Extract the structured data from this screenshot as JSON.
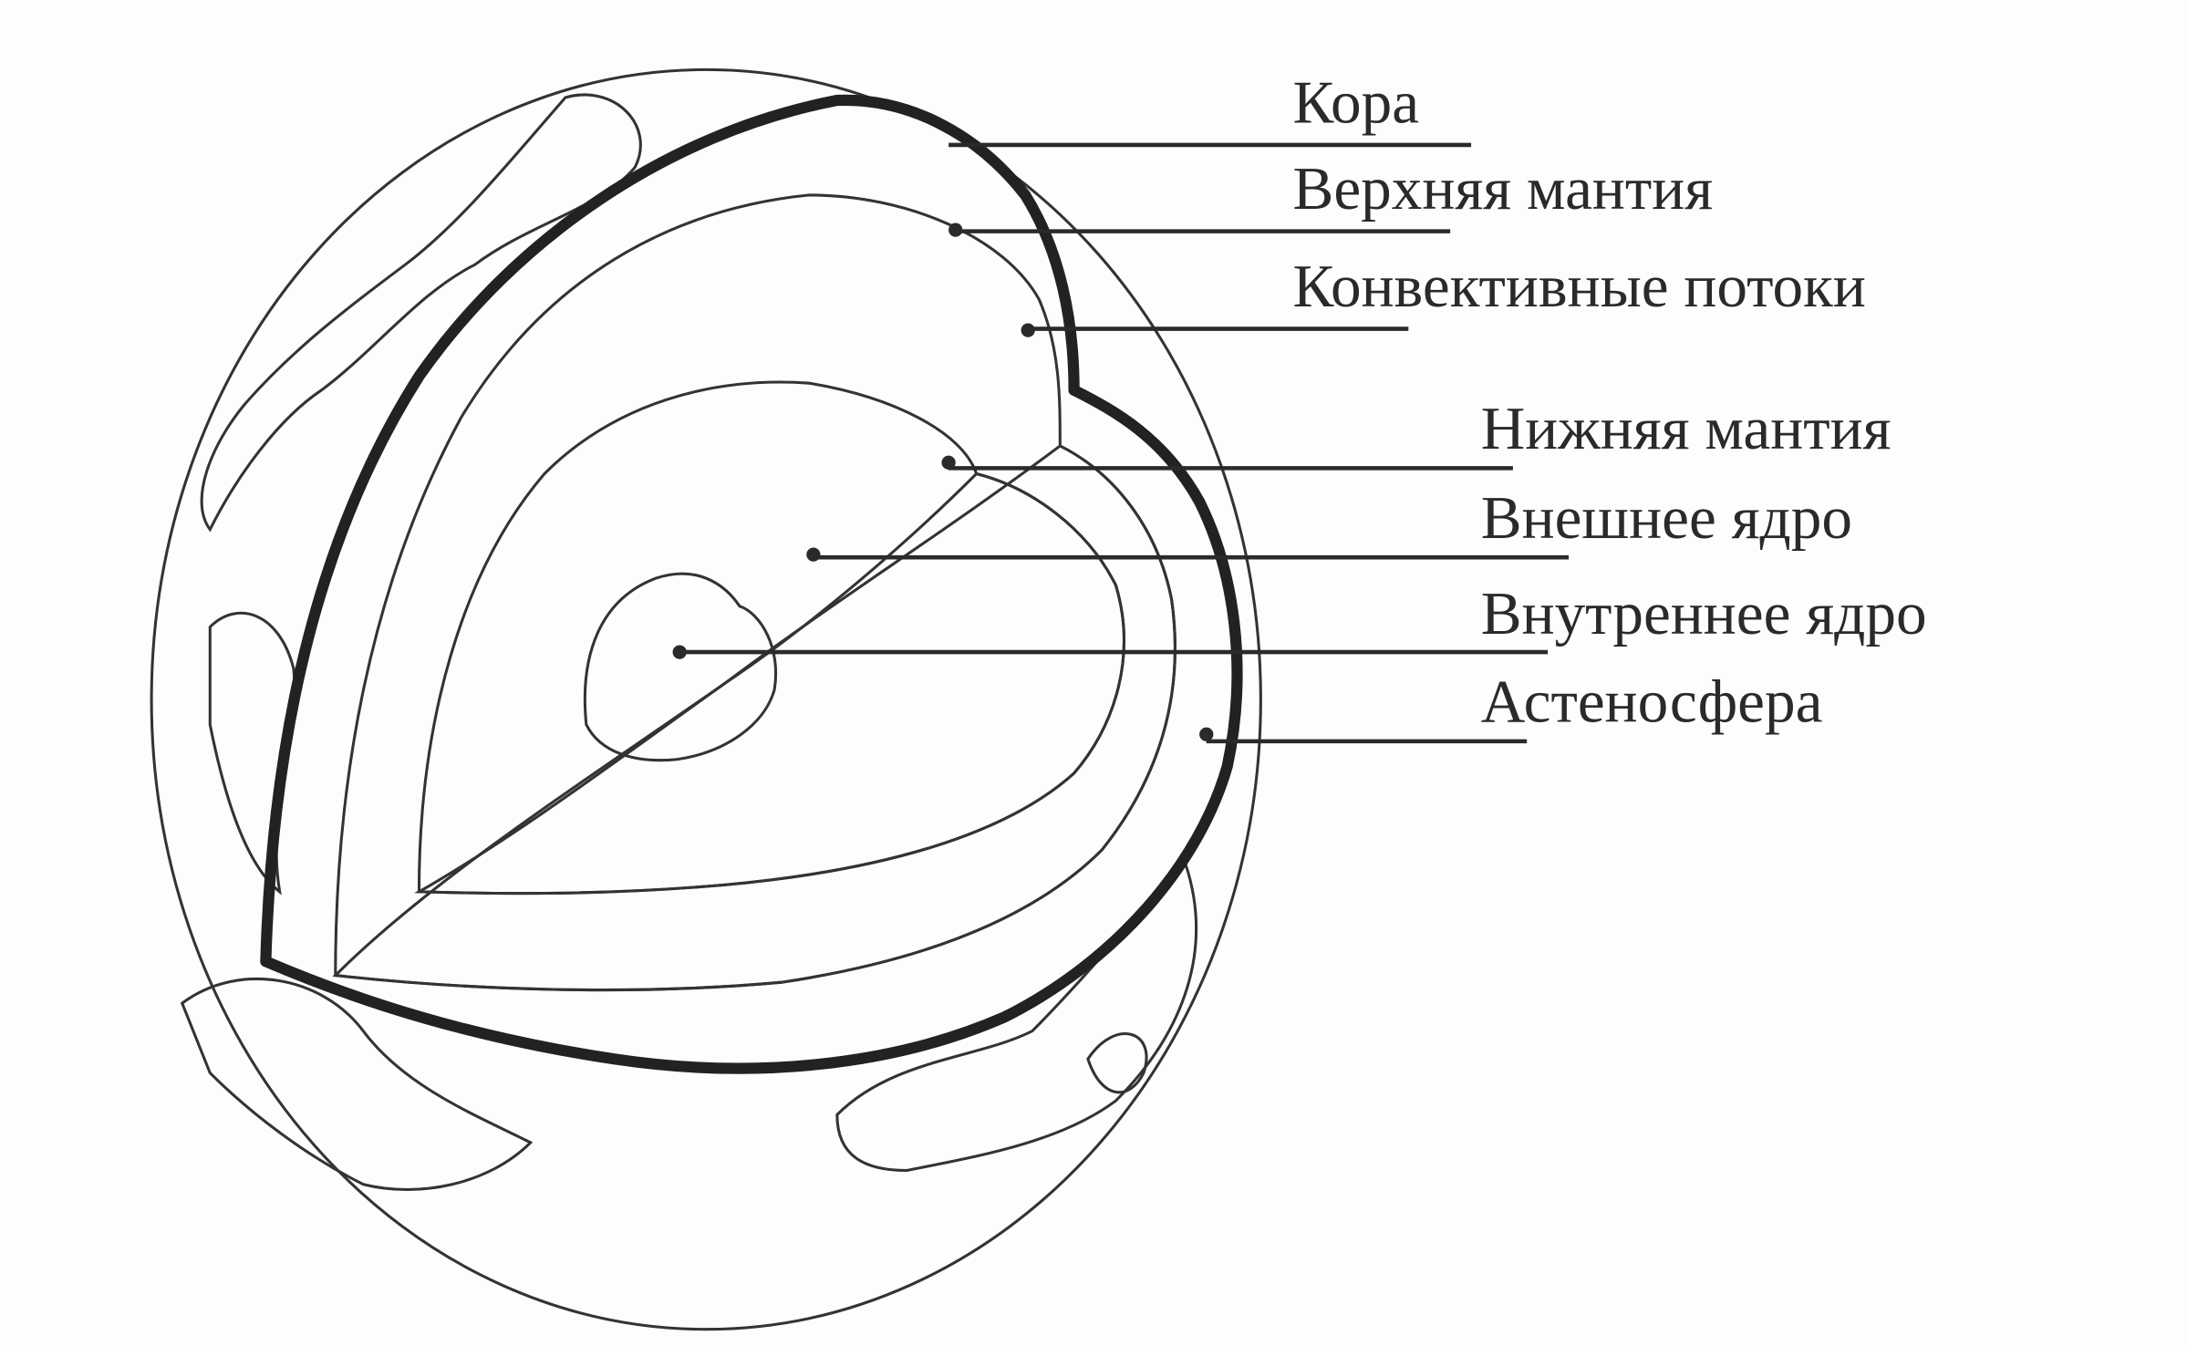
{
  "diagram": {
    "subject": "earth-internal-structure",
    "labels": [
      {
        "key": "crust",
        "text": "Кора"
      },
      {
        "key": "upper_mantle",
        "text": "Верхняя мантия"
      },
      {
        "key": "convection",
        "text": "Конвективные потоки"
      },
      {
        "key": "lower_mantle",
        "text": "Нижняя мантия"
      },
      {
        "key": "outer_core",
        "text": "Внешнее ядро"
      },
      {
        "key": "inner_core",
        "text": "Внутреннее ядро"
      },
      {
        "key": "asthenosphere",
        "text": "Астеносфера"
      }
    ]
  },
  "colors": {
    "ink": "#2a2a2a",
    "paper": "#fdfdfb"
  }
}
